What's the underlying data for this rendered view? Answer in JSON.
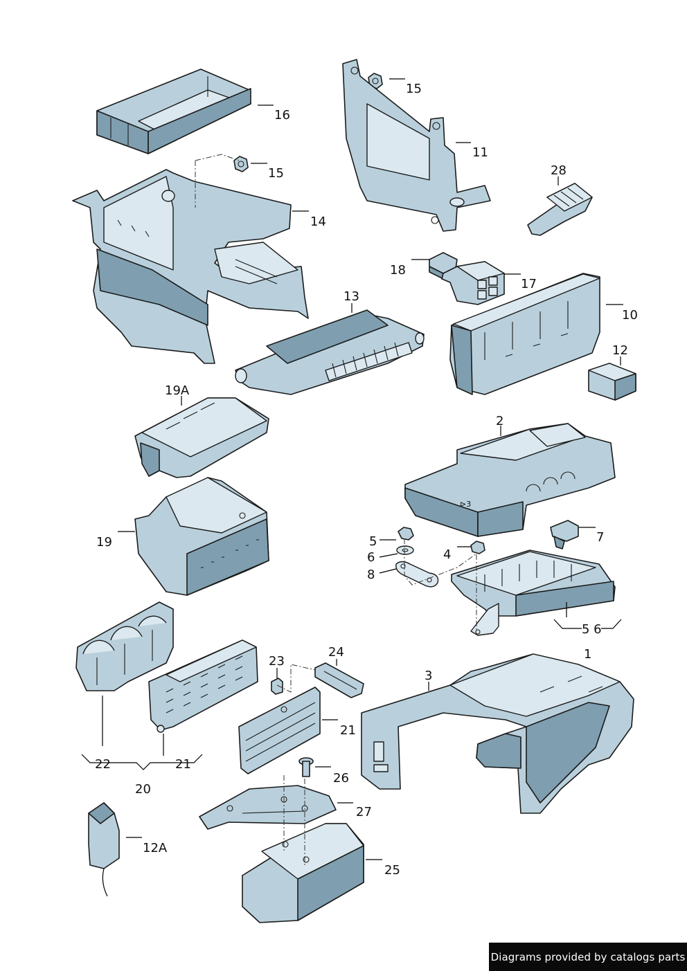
{
  "callouts": {
    "c16": "16",
    "c15a": "15",
    "c15b": "15",
    "c11": "11",
    "c14": "14",
    "c28": "28",
    "c18": "18",
    "c17": "17",
    "c13": "13",
    "c10": "10",
    "c12": "12",
    "c19a": "19A",
    "c2": "2",
    "c19": "19",
    "c5": "5",
    "c7": "7",
    "c4": "4",
    "c6": "6",
    "c8": "8",
    "c56": "5 6",
    "c1": "1",
    "c23": "23",
    "c24": "24",
    "c3": "3",
    "c21a": "21",
    "c22": "22",
    "c21b": "21",
    "c20": "20",
    "c26": "26",
    "c27": "27",
    "c12a": "12A",
    "c25": "25"
  },
  "footer": {
    "credit": "Diagrams provided by catalogs parts"
  }
}
